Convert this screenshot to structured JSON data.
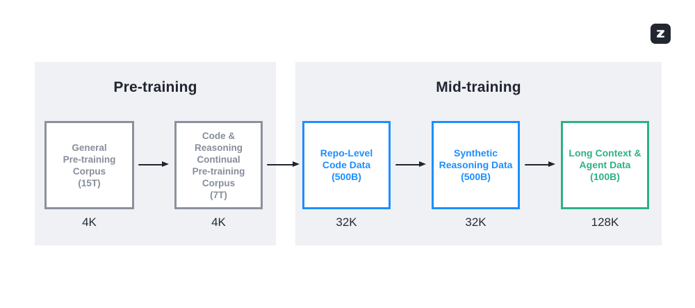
{
  "logo": {
    "letter": "Z"
  },
  "colors": {
    "panel_bg": "#f0f1f5",
    "gray_stage": "#8a919e",
    "blue_stage": "#1b8fff",
    "green_stage": "#2eb184",
    "title_text": "#20252f",
    "arrow": "#20242e"
  },
  "sections": [
    {
      "title": "Pre-training",
      "boxes": [
        {
          "label": "General\nPre-training\nCorpus\n(15T)",
          "context_window": "4K"
        },
        {
          "label": "Code &\nReasoning\nContinual\nPre-training\nCorpus\n(7T)",
          "context_window": "4K"
        }
      ]
    },
    {
      "title": "Mid-training",
      "boxes": [
        {
          "label": "Repo-Level\nCode Data\n(500B)",
          "context_window": "32K"
        },
        {
          "label": "Synthetic\nReasoning Data\n(500B)",
          "context_window": "32K"
        },
        {
          "label": "Long Context &\nAgent Data\n(100B)",
          "context_window": "128K"
        }
      ]
    }
  ]
}
